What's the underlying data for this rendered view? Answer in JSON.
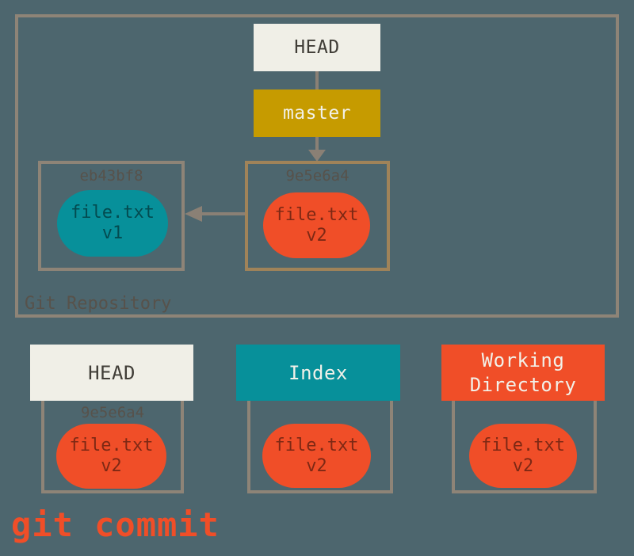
{
  "colors": {
    "background": "#4D666E",
    "border": "#8E8477",
    "active_commit_border": "#A08359",
    "cream": "#F0EFE7",
    "gold": "#C69B00",
    "teal": "#07909A",
    "red": "#F04E28",
    "hash_text": "#57524B",
    "dark_text": "#403D37",
    "light_text": "#F2F1E9",
    "connector": "#8A8075"
  },
  "repository": {
    "label": "Git Repository",
    "head_label": "HEAD",
    "branch_label": "master",
    "commits": [
      {
        "hash": "eb43bf8",
        "file_name": "file.txt",
        "file_version": "v1"
      },
      {
        "hash": "9e5e6a4",
        "file_name": "file.txt",
        "file_version": "v2"
      }
    ]
  },
  "areas": [
    {
      "title": "HEAD",
      "hash": "9e5e6a4",
      "file_name": "file.txt",
      "file_version": "v2"
    },
    {
      "title": "Index",
      "file_name": "file.txt",
      "file_version": "v2"
    },
    {
      "title": "Working Directory",
      "file_name": "file.txt",
      "file_version": "v2"
    }
  ],
  "command": {
    "text": "git commit"
  }
}
